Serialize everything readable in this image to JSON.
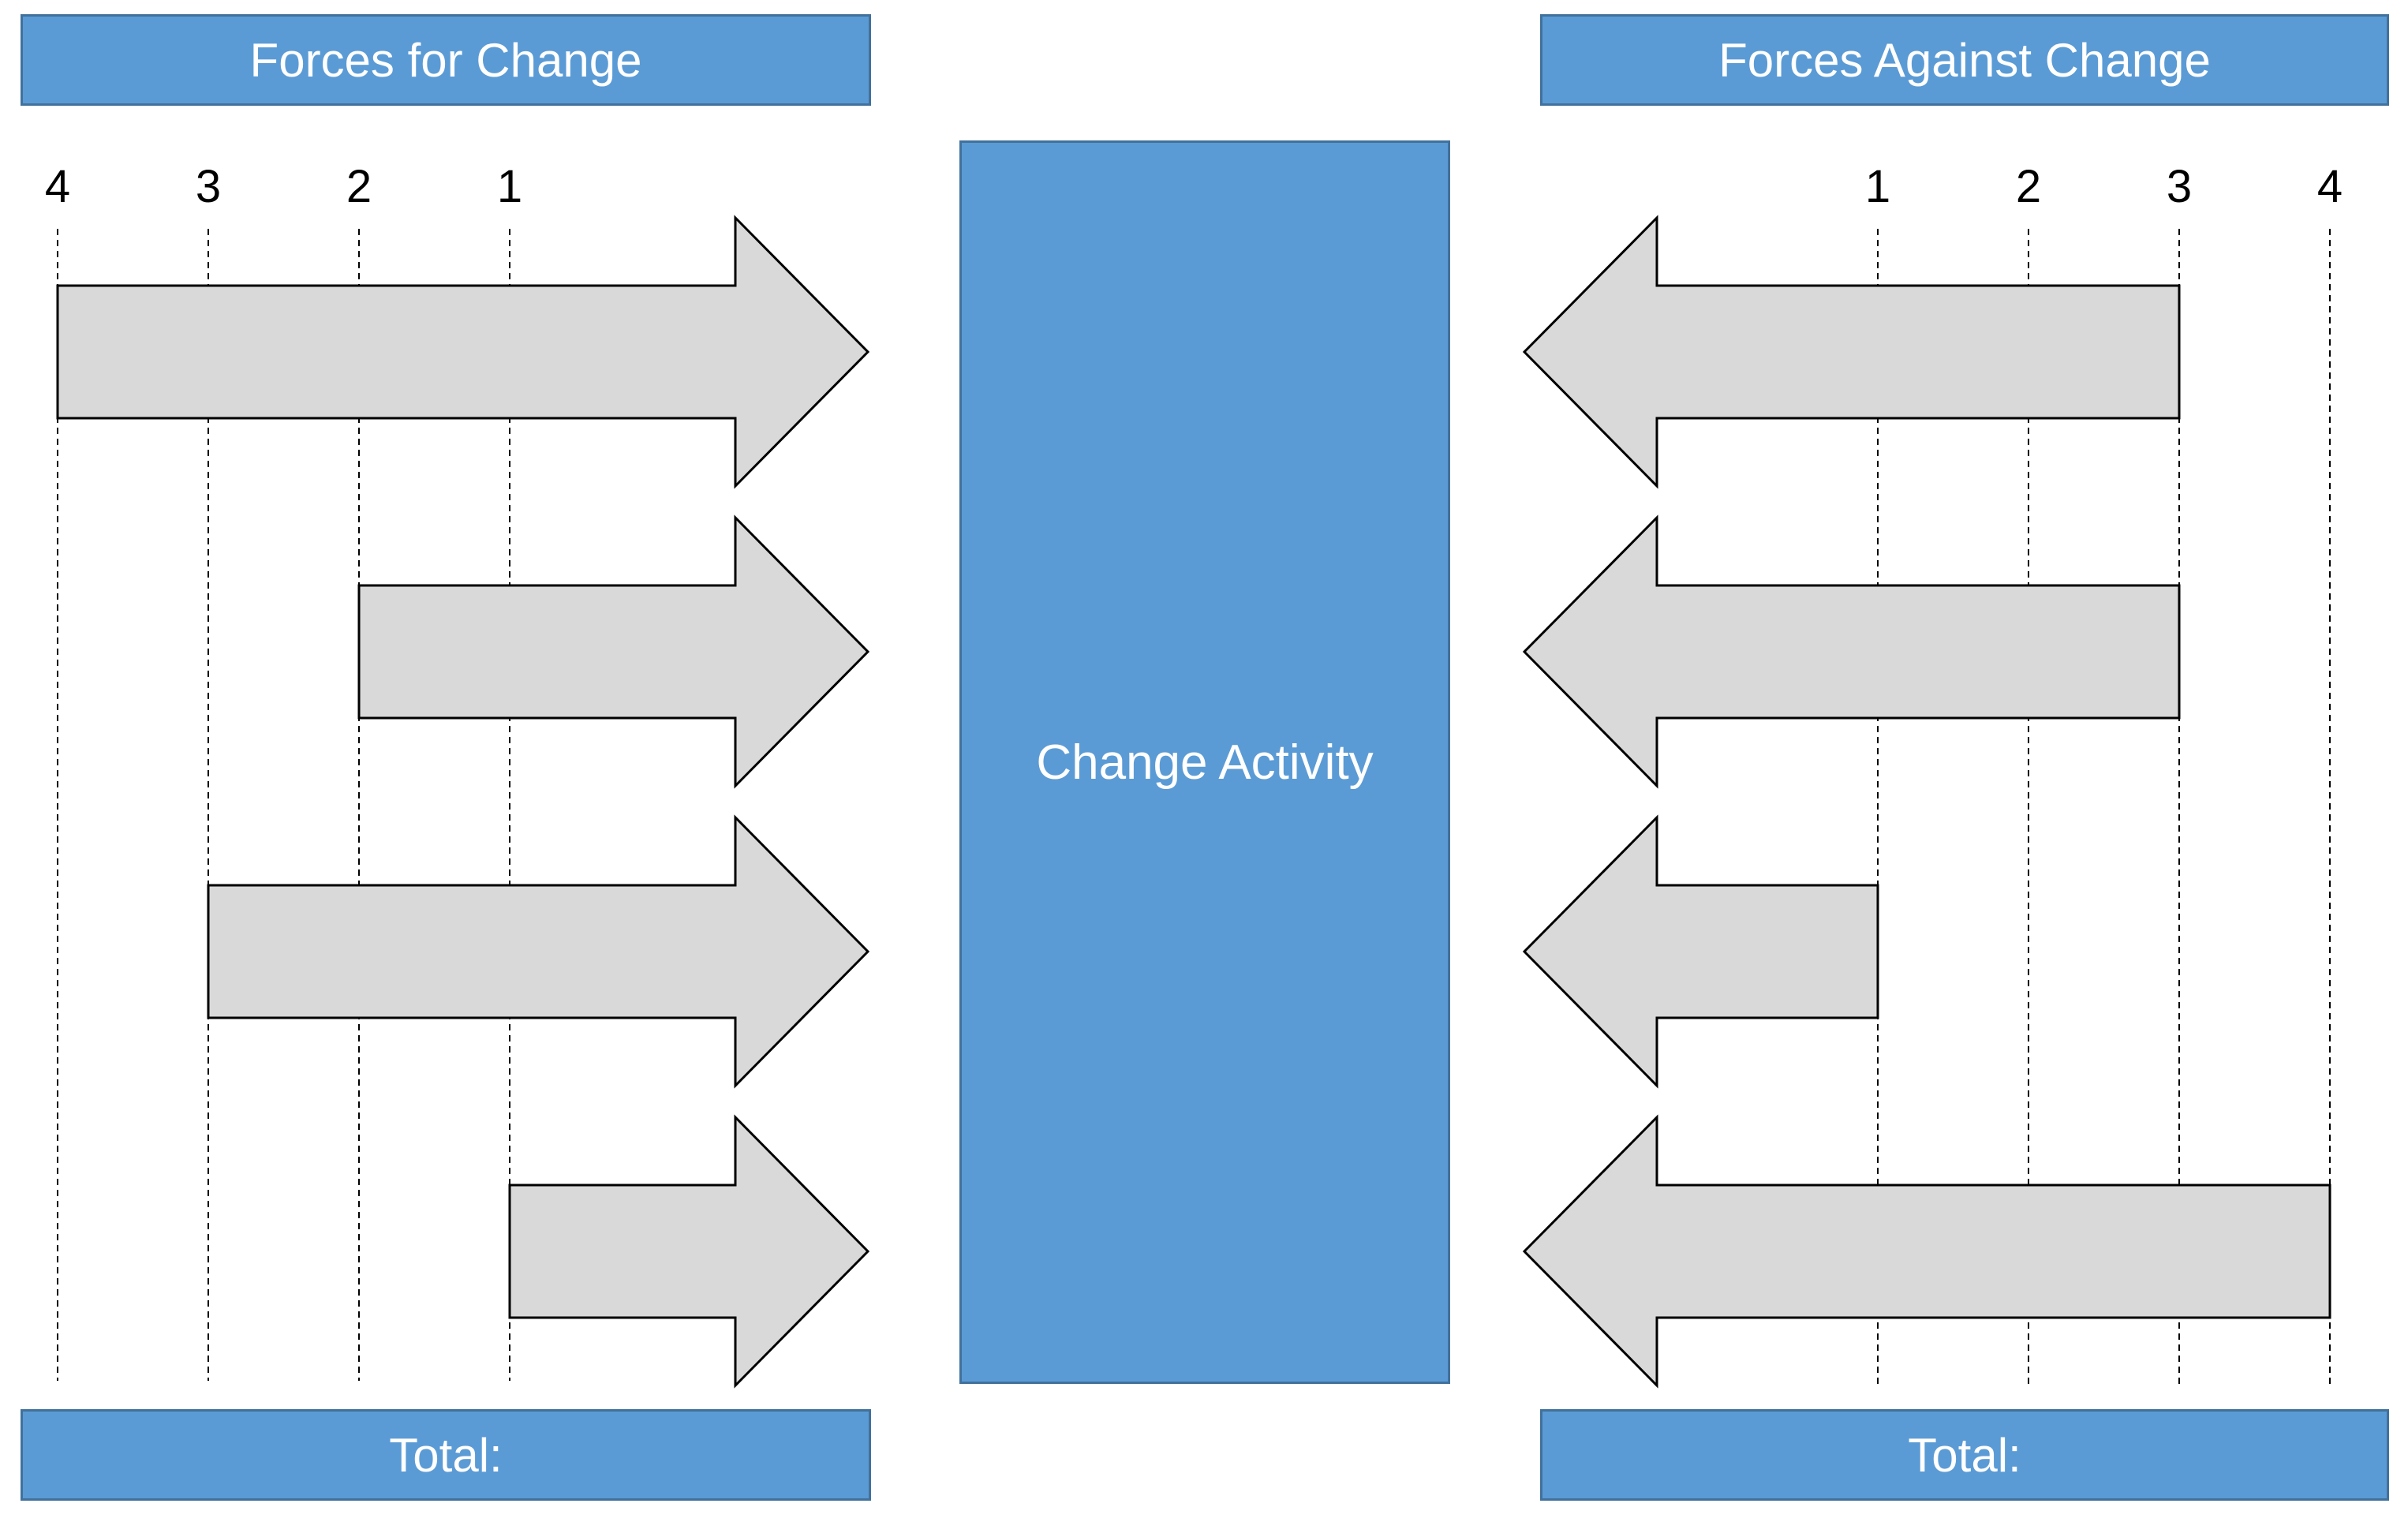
{
  "header_left": "Forces for Change",
  "header_right": "Forces Against Change",
  "center_label": "Change Activity",
  "total_left": "Total:",
  "total_right": "Total:",
  "scale_left": [
    "4",
    "3",
    "2",
    "1"
  ],
  "scale_right": [
    "1",
    "2",
    "3",
    "4"
  ],
  "forces_for": [
    4,
    2,
    3,
    1
  ],
  "forces_against": [
    3,
    3,
    1,
    4
  ],
  "colors": {
    "box_fill": "#5b9bd5",
    "box_border": "#41719c",
    "arrow_fill": "#d9d9d9",
    "arrow_stroke": "#000000"
  }
}
